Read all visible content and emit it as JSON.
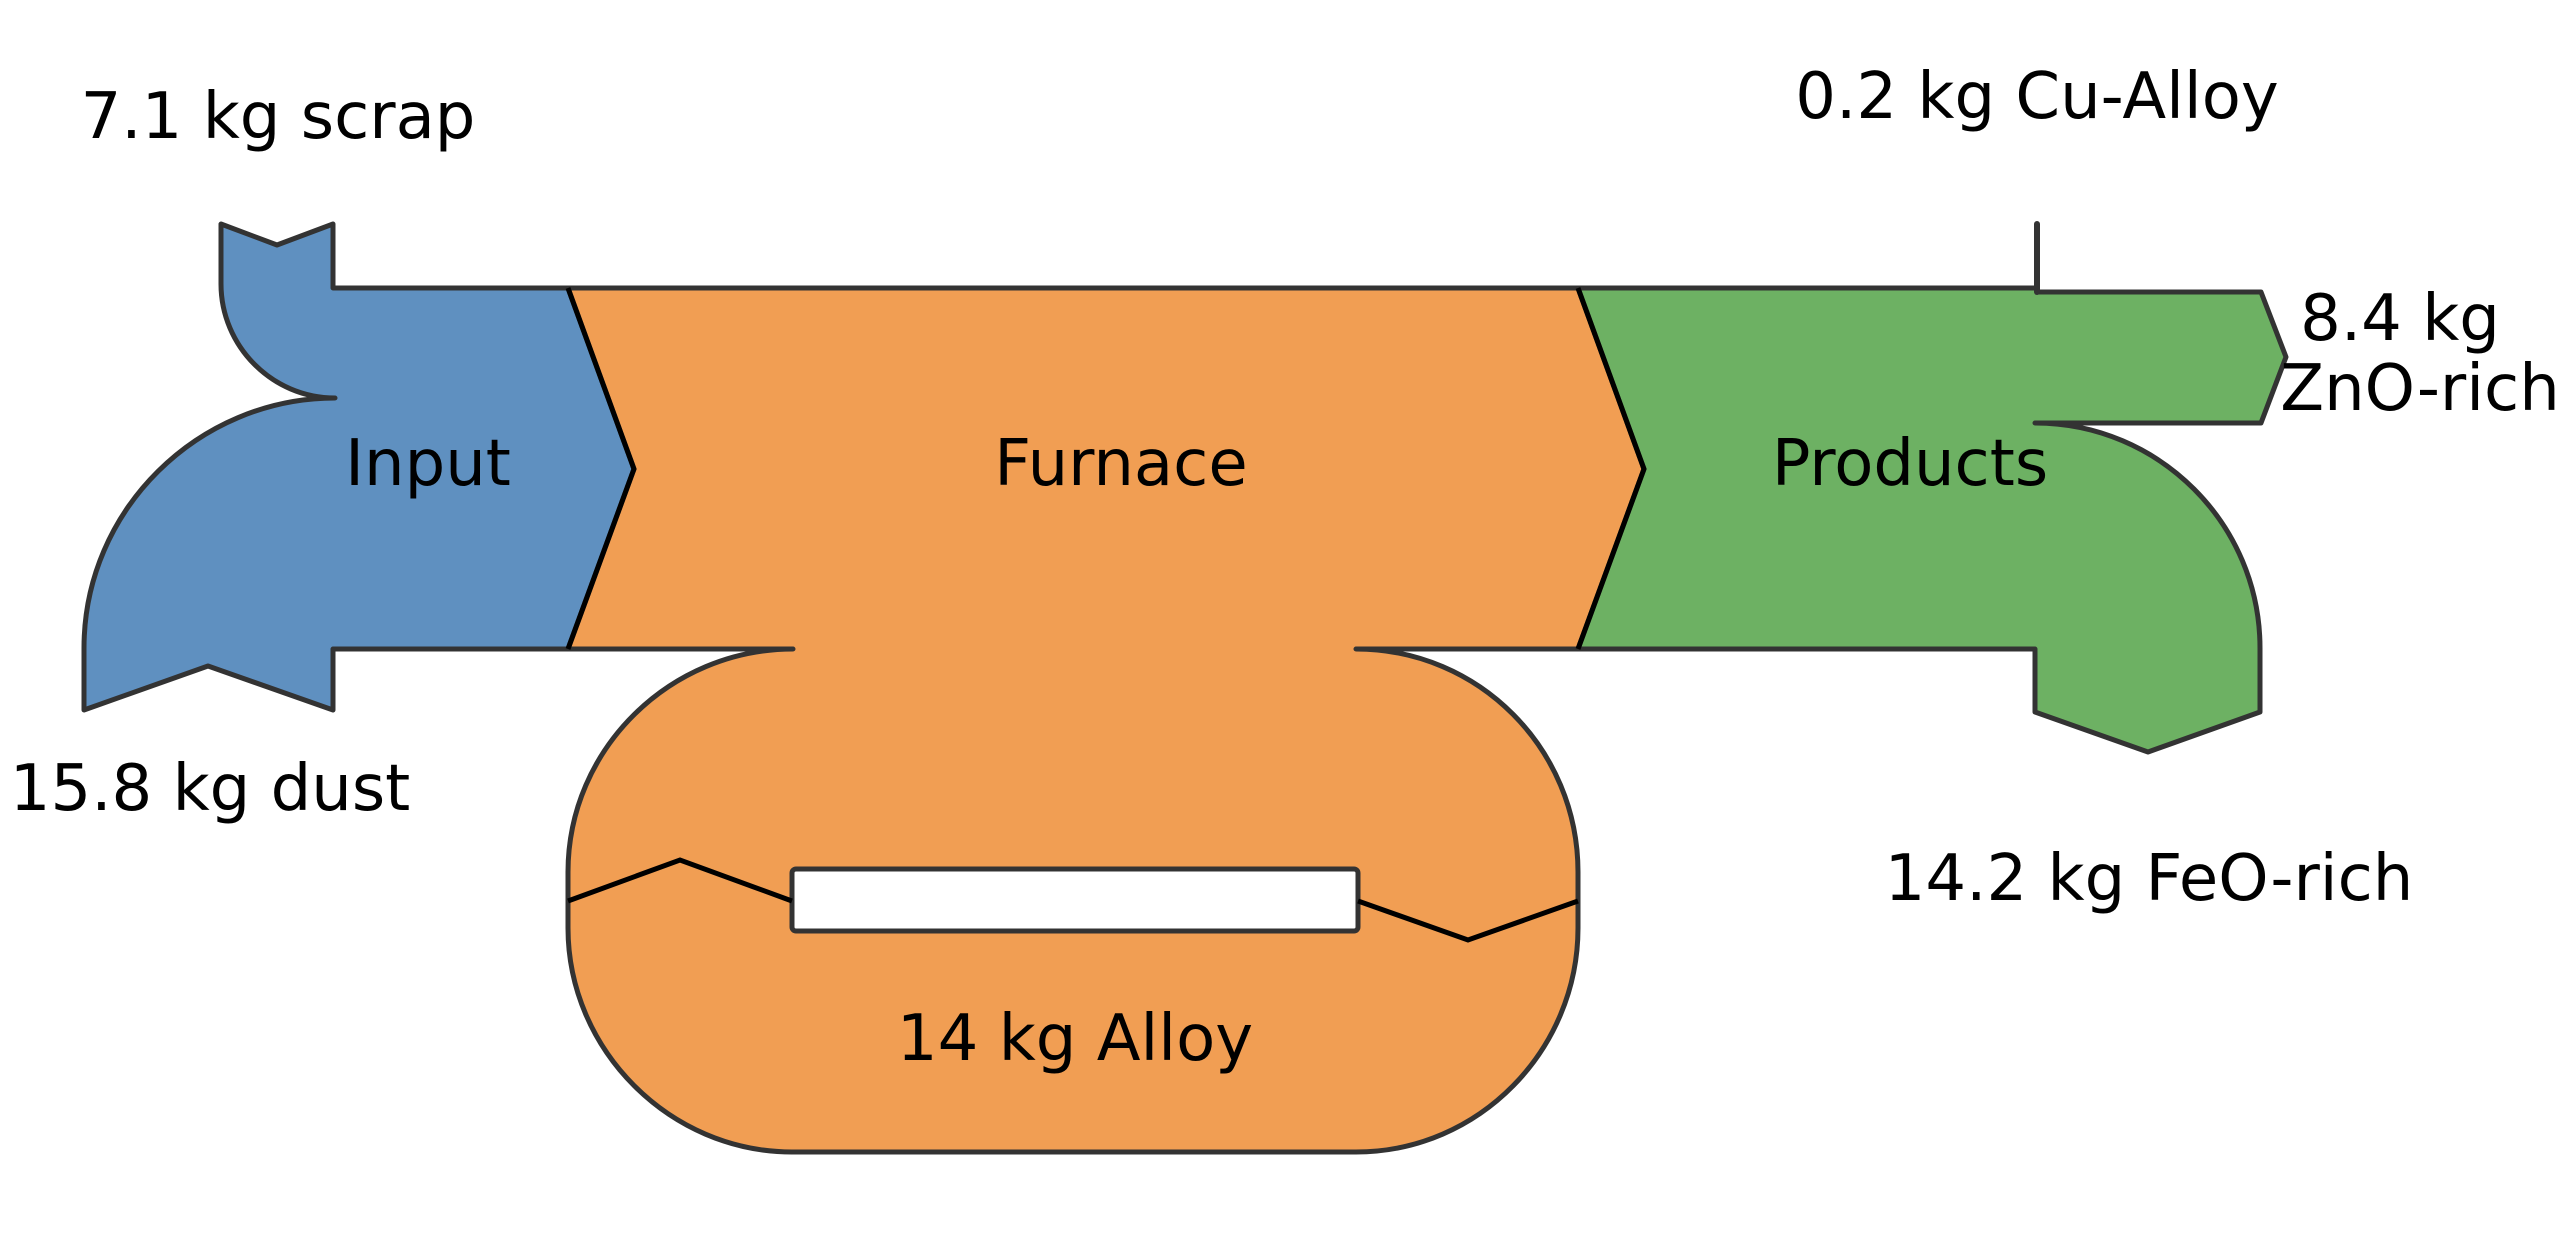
{
  "colors": {
    "input": "#5f90c0",
    "furnace": "#f19e53",
    "products": "#6db163",
    "stroke": "#333333",
    "background": "#ffffff"
  },
  "nodes": {
    "input": {
      "label": "Input"
    },
    "furnace": {
      "label": "Furnace"
    },
    "products": {
      "label": "Products"
    }
  },
  "flows": {
    "scrap": {
      "label": "7.1 kg scrap",
      "value": 7.1,
      "unit": "kg",
      "direction": "in"
    },
    "dust": {
      "label": "15.8 kg dust",
      "value": 15.8,
      "unit": "kg",
      "direction": "in"
    },
    "alloy_loop": {
      "label": "14 kg Alloy",
      "value": 14,
      "unit": "kg",
      "direction": "recycle"
    },
    "cu_alloy": {
      "label": "0.2 kg Cu-Alloy",
      "value": 0.2,
      "unit": "kg",
      "direction": "out"
    },
    "zno_rich": {
      "label_line1": "8.4 kg",
      "label_line2": "ZnO-rich",
      "value": 8.4,
      "unit": "kg",
      "direction": "out"
    },
    "feo_rich": {
      "label": "14.2 kg FeO-rich",
      "value": 14.2,
      "unit": "kg",
      "direction": "out"
    }
  },
  "chart_data": {
    "type": "sankey",
    "title": "",
    "nodes": [
      "Input",
      "Furnace",
      "Products"
    ],
    "links": [
      {
        "source": "scrap",
        "target": "Input",
        "value": 7.1,
        "label": "7.1 kg scrap"
      },
      {
        "source": "dust",
        "target": "Input",
        "value": 15.8,
        "label": "15.8 kg dust"
      },
      {
        "source": "Input",
        "target": "Furnace",
        "value": 22.9
      },
      {
        "source": "Furnace",
        "target": "Furnace",
        "value": 14,
        "label": "14 kg Alloy"
      },
      {
        "source": "Furnace",
        "target": "Products",
        "value": 22.8
      },
      {
        "source": "Products",
        "target": "Cu-Alloy",
        "value": 0.2,
        "label": "0.2 kg Cu-Alloy"
      },
      {
        "source": "Products",
        "target": "ZnO-rich",
        "value": 8.4,
        "label": "8.4 kg ZnO-rich"
      },
      {
        "source": "Products",
        "target": "FeO-rich",
        "value": 14.2,
        "label": "14.2 kg FeO-rich"
      }
    ]
  }
}
